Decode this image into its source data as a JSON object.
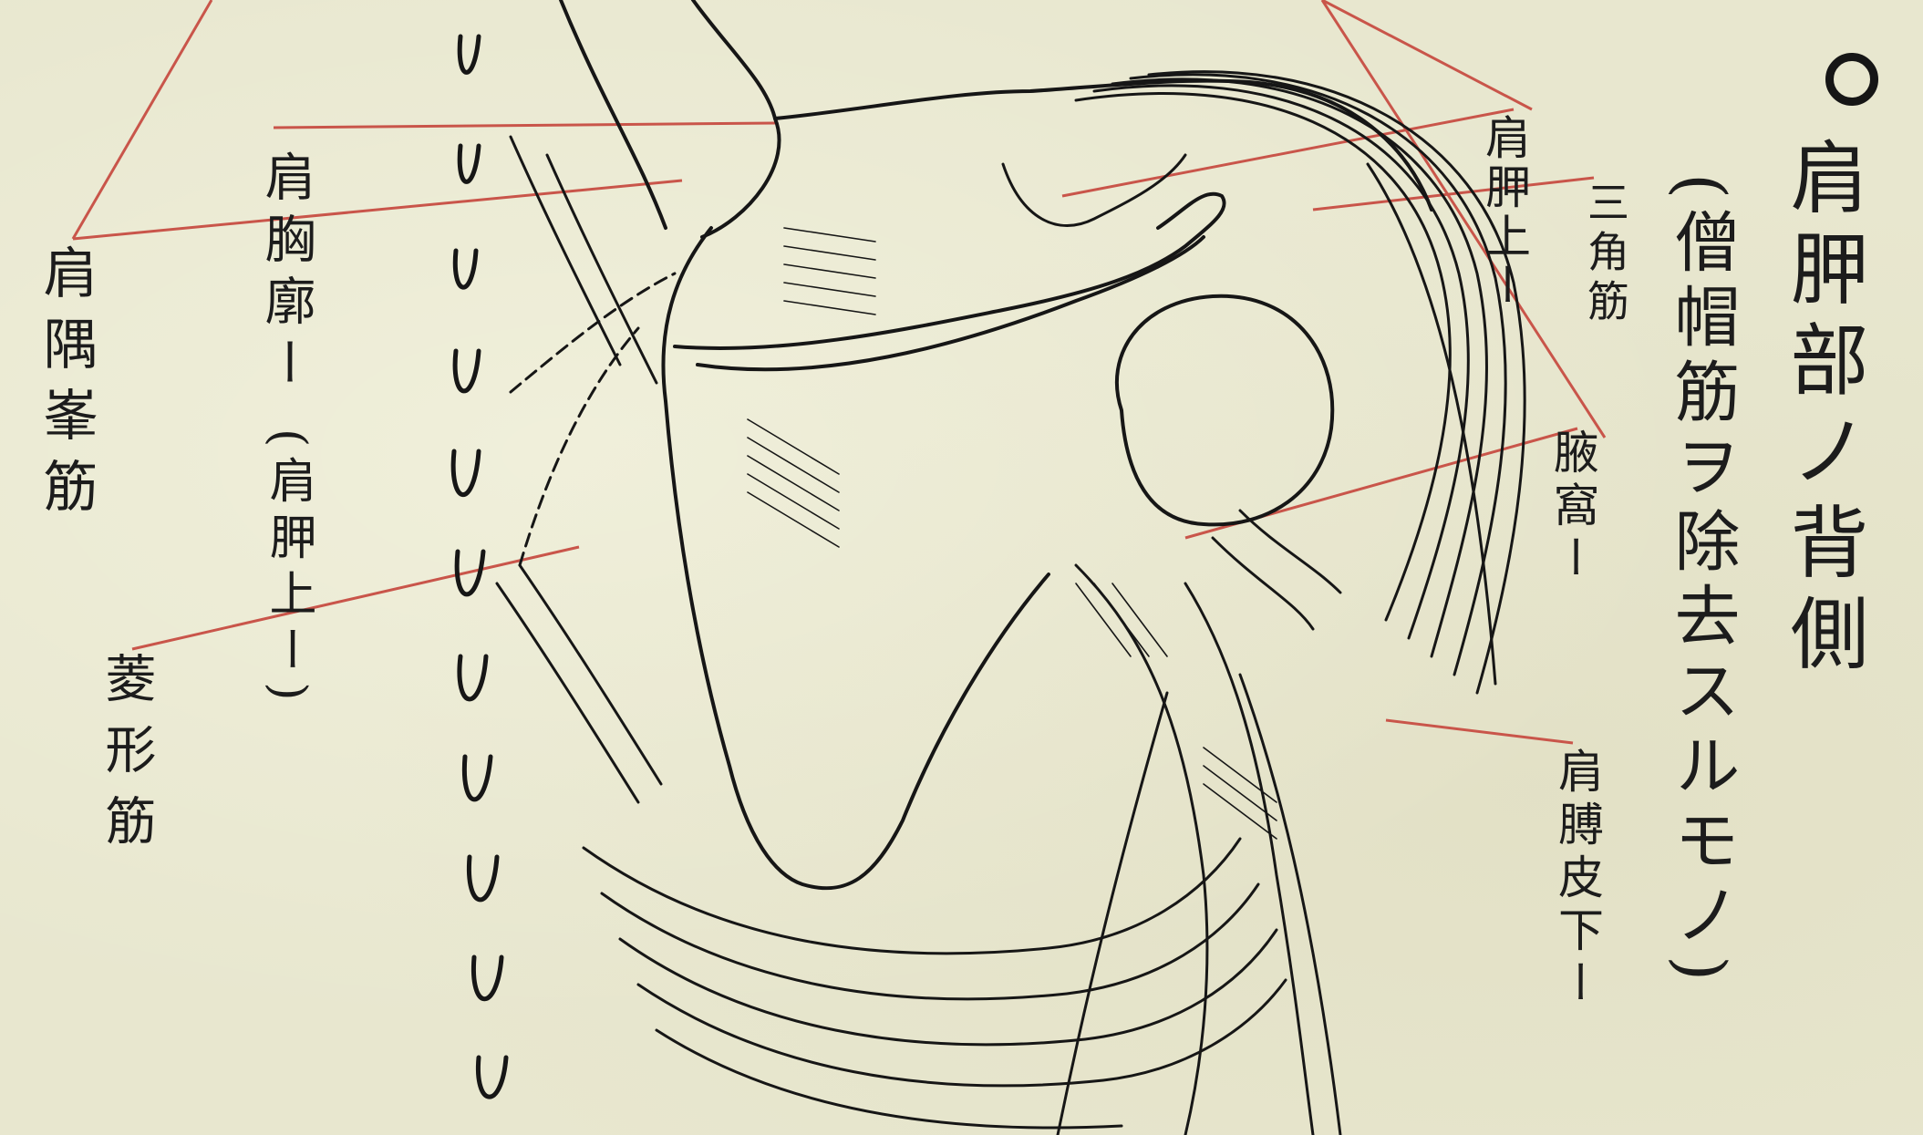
{
  "title": {
    "main": "肩胛部ノ背側",
    "note": "(僧帽筋ヲ除去スルモノ)"
  },
  "labels": {
    "acromion_muscle": "肩隅峯筋",
    "shoulder_chest_artery": "肩胸廓ー",
    "shoulder_blade_paren": "(肩胛上ー)",
    "rhomboid": "菱形筋",
    "scapula_upper": "肩胛上ー",
    "deltoid": "三角筋",
    "axillary": "腋窩ー",
    "shoulder_skin": "肩膊皮下ー"
  },
  "colors": {
    "paper": "#e8e7cf",
    "ink": "#161616",
    "leader": "#c9554a"
  }
}
